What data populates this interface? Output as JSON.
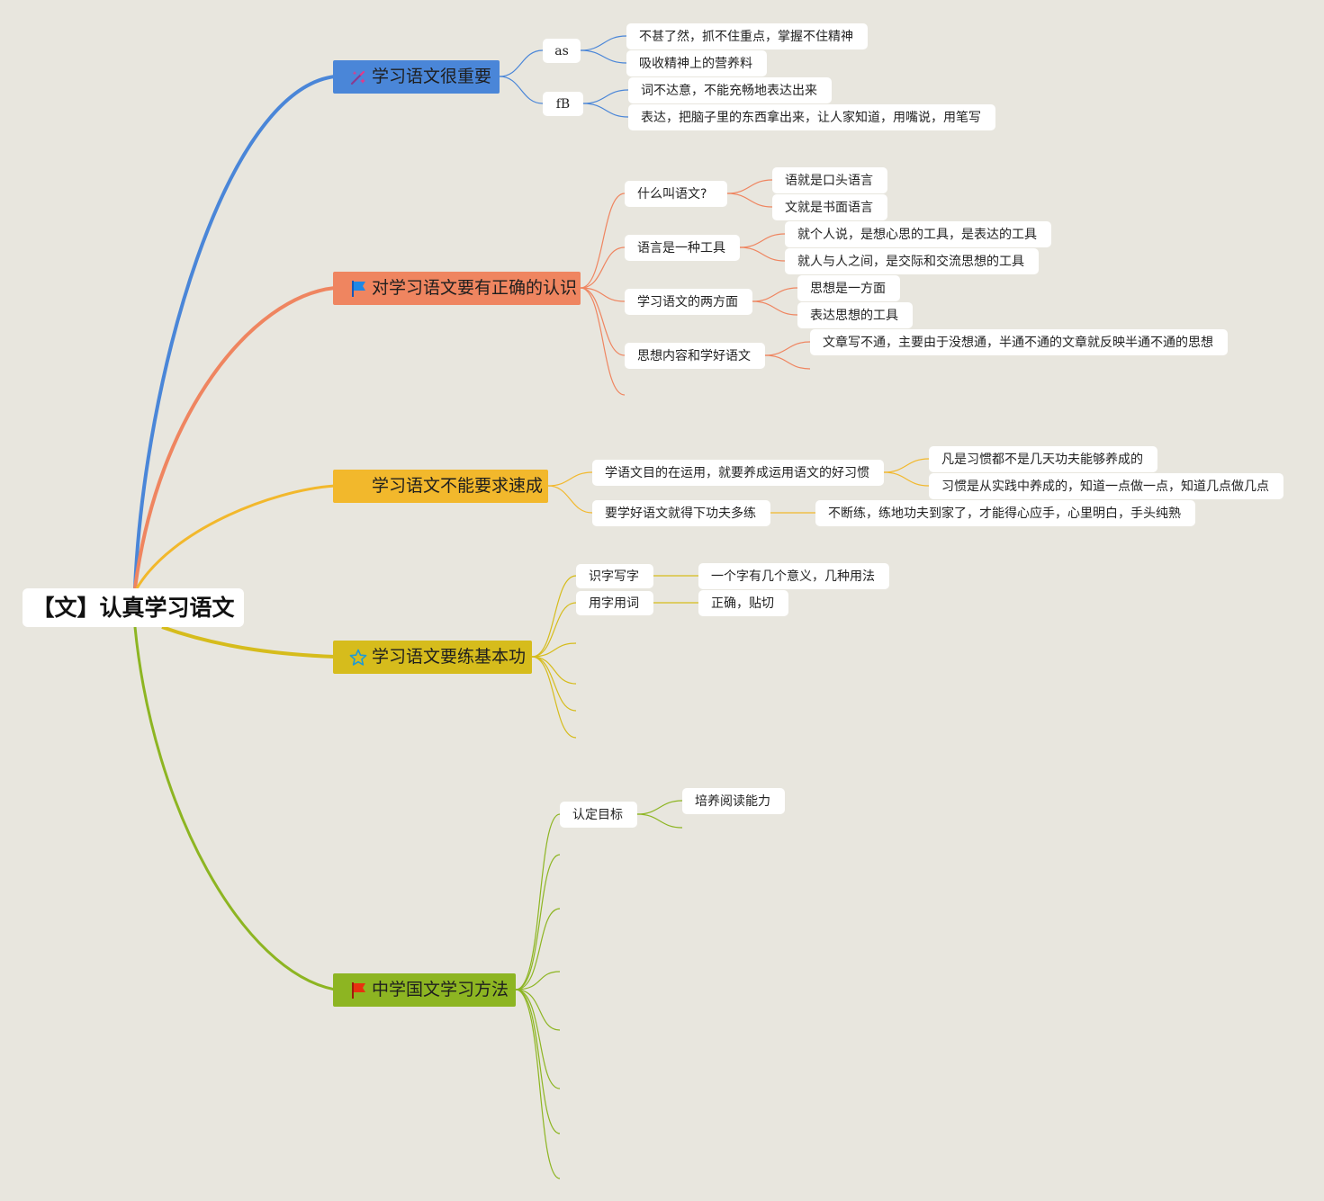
{
  "root": {
    "title": "【文】认真学习语文"
  },
  "branches": [
    {
      "label": "学习语文很重要",
      "icon": "magic-wand-icon",
      "color": "#4a86d8",
      "children": [
        {
          "label": "as",
          "children": [
            {
              "label": "不甚了然，抓不住重点，掌握不住精神"
            },
            {
              "label": "吸收精神上的营养料"
            }
          ]
        },
        {
          "label": "fB",
          "children": [
            {
              "label": "词不达意，不能充畅地表达出来"
            },
            {
              "label": "表达，把脑子里的东西拿出来，让人家知道，用嘴说，用笔写"
            }
          ]
        }
      ]
    },
    {
      "label": "对学习语文要有正确的认识",
      "icon": "blue-flag-icon",
      "color": "#ef8560",
      "children": [
        {
          "label": "什么叫语文?",
          "children": [
            {
              "label": "语就是口头语言"
            },
            {
              "label": "文就是书面语言"
            }
          ]
        },
        {
          "label": "语言是一种工具",
          "children": [
            {
              "label": "就个人说，是想心思的工具，是表达的工具"
            },
            {
              "label": "就人与人之间，是交际和交流思想的工具"
            }
          ]
        },
        {
          "label": "学习语文的两方面",
          "children": [
            {
              "label": "思想是一方面"
            },
            {
              "label": "表达思想的工具"
            }
          ]
        },
        {
          "label": "思想内容和学好语文",
          "children": [
            {
              "label": "文章写不通，主要由于没想通，半通不通的文章就反映半通不通的思想"
            }
          ]
        }
      ]
    },
    {
      "label": "学习语文不能要求速成",
      "icon": "",
      "color": "#f2b82c",
      "children": [
        {
          "label": "学语文目的在运用，就要养成运用语文的好习惯",
          "children": [
            {
              "label": "凡是习惯都不是几天功夫能够养成的"
            },
            {
              "label": "习惯是从实践中养成的，知道一点做一点，知道几点做几点"
            }
          ]
        },
        {
          "label": "要学好语文就得下功夫多练",
          "children": [
            {
              "label": "不断练，练地功夫到家了，才能得心应手，心里明白，手头纯熟"
            }
          ]
        }
      ]
    },
    {
      "label": "学习语文要练基本功",
      "icon": "star-outline-icon",
      "color": "#d6bc1c",
      "children": [
        {
          "label": "识字写字",
          "children": [
            {
              "label": "一个字有几个意义，几种用法"
            }
          ]
        },
        {
          "label": "用字用词",
          "children": [
            {
              "label": "正确，贴切"
            }
          ]
        }
      ]
    },
    {
      "label": "中学国文学习方法",
      "icon": "red-flag-icon",
      "color": "#8db522",
      "children": [
        {
          "label": "认定目标",
          "children": [
            {
              "label": "培养阅读能力"
            }
          ]
        }
      ]
    }
  ]
}
